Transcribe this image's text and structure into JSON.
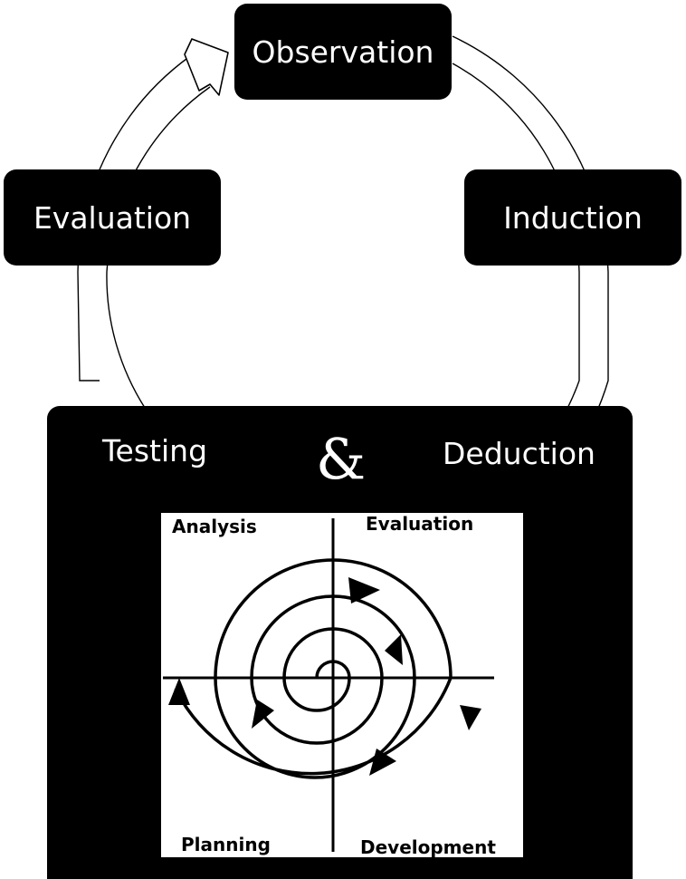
{
  "cycle": {
    "nodes": [
      "Observation",
      "Induction",
      "Deduction",
      "Testing",
      "Evaluation"
    ],
    "connector": "&"
  },
  "spiral": {
    "quadrants": [
      "Analysis",
      "Evaluation",
      "Development",
      "Planning"
    ]
  },
  "colors": {
    "box": "#000000",
    "text_on_box": "#ffffff",
    "background": "#ffffff"
  },
  "icons": [
    "cycle-arrow-icon",
    "spiral-arrow-icon"
  ]
}
